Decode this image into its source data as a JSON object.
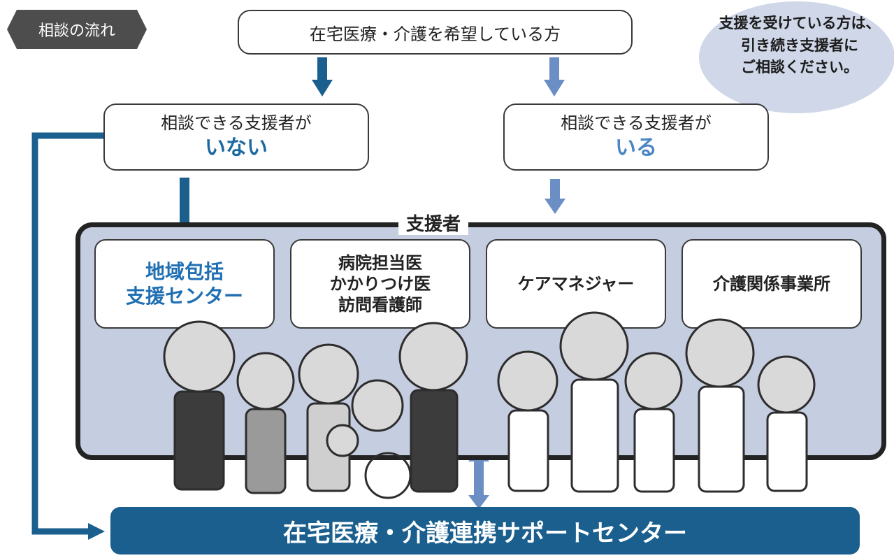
{
  "flow_tag": "相談の流れ",
  "top_box": "在宅医療・介護を希望している方",
  "bubble_text": "支援を受けている方は、\n引き続き支援者に\nご相談ください。",
  "left_question": {
    "line1": "相談できる支援者が",
    "emph": "いない"
  },
  "right_question": {
    "line1": "相談できる支援者が",
    "emph": "いる"
  },
  "panel_title": "支援者",
  "supporters": [
    "地域包括\n支援センター",
    "病院担当医\nかかりつけ医\n訪問看護師",
    "ケアマネジャー",
    "介護関係事業所"
  ],
  "bottom_bar": "在宅医療・介護連携サポートセンター",
  "colors": {
    "dark_arrow": "#1a5f8e",
    "light_arrow": "#6b8fc4",
    "panel_bg": "#c5cde0",
    "bubble": "#cfd7e8"
  }
}
